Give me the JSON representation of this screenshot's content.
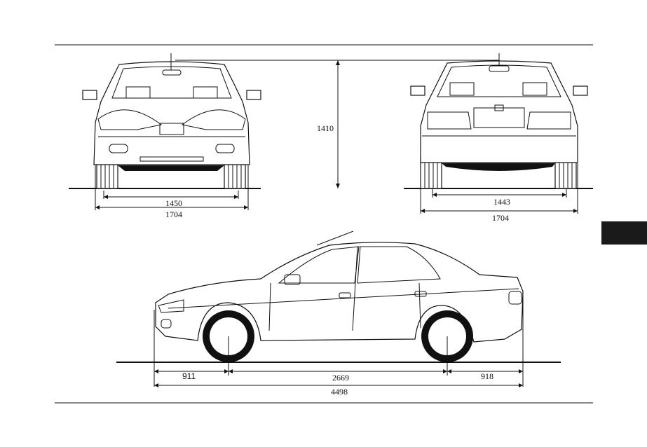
{
  "dimensions": {
    "front_height": "1410",
    "front_track": "1450",
    "front_width": "1704",
    "rear_track": "1443",
    "rear_width": "1704",
    "front_overhang": "911",
    "wheelbase": "2669",
    "rear_overhang": "918",
    "overall_length": "4498"
  },
  "section_tab": {
    "color": "#1a1a1a"
  }
}
